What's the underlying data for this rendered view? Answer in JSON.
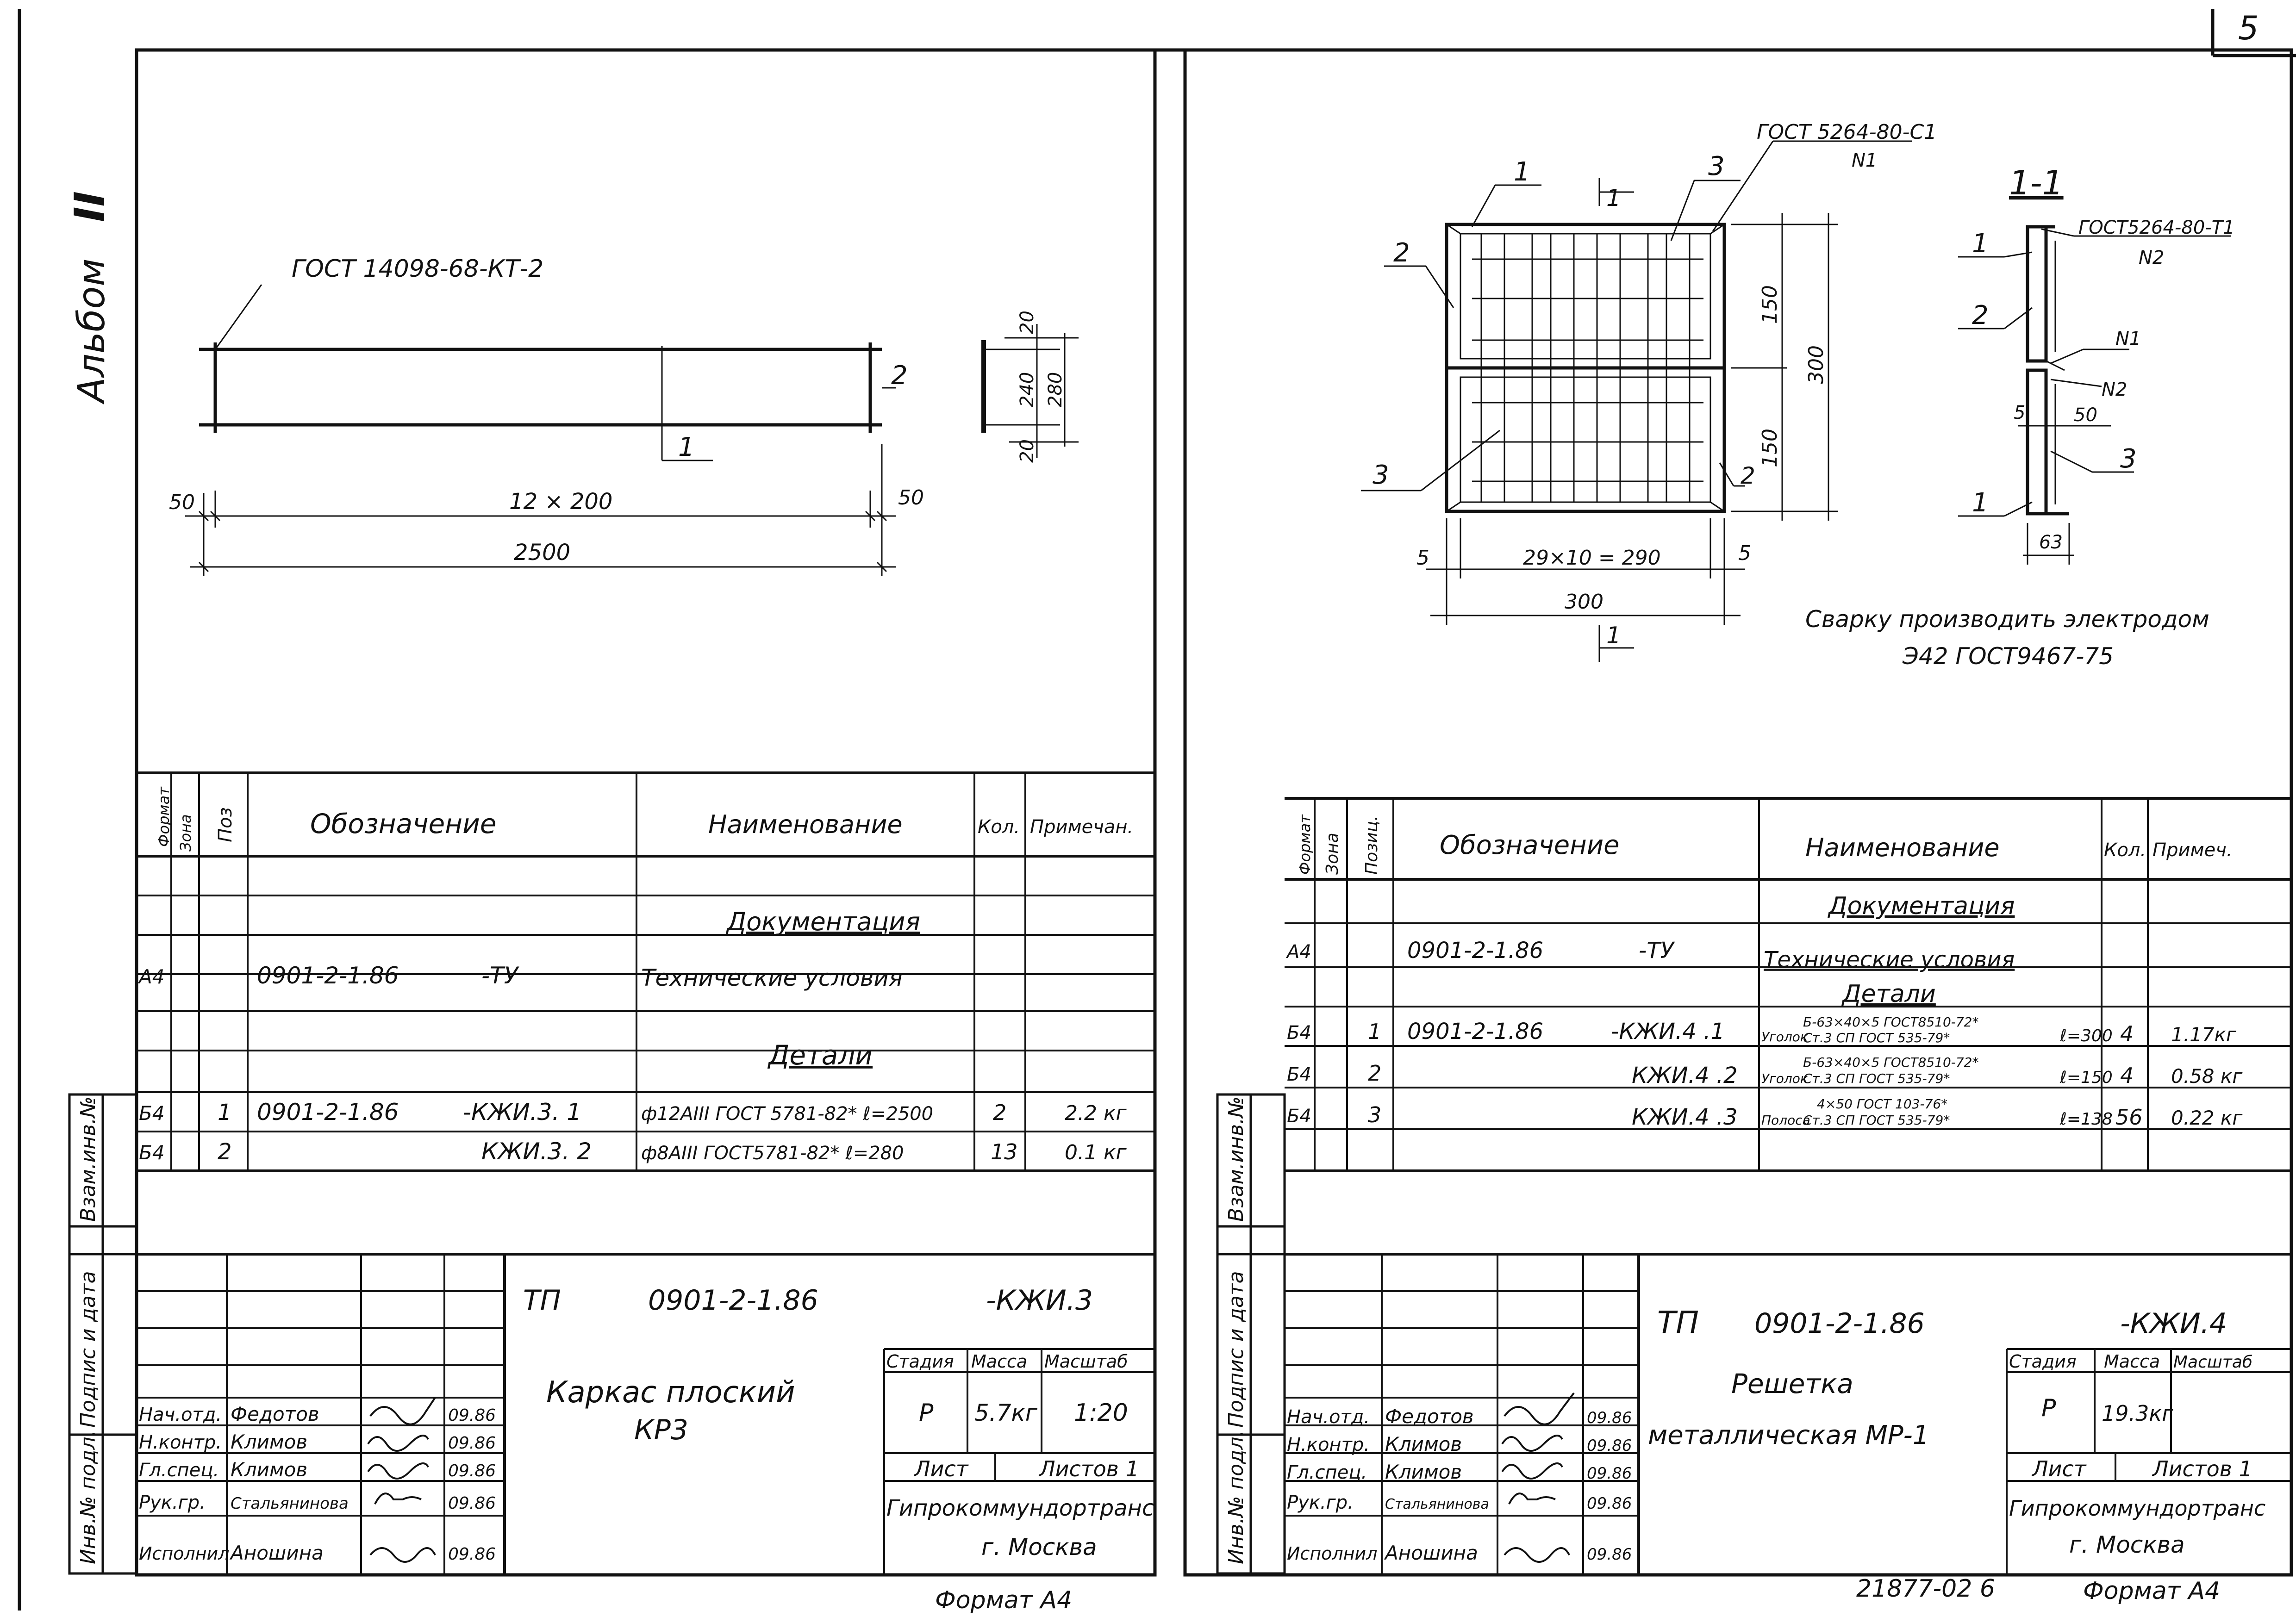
{
  "corner": {
    "page_num": "5"
  },
  "margin": {
    "album": "Альбом",
    "album_num": "II",
    "vzam": "Взам.инв.№",
    "podpis": "Подпис и дата",
    "inv": "Инв.№ подл."
  },
  "left": {
    "drawing": {
      "gost_label": "ГОСТ 14098-68-КТ-2",
      "pos2": "2",
      "pos1": "1",
      "dim_50_left": "50",
      "dim_50_right": "50",
      "dim_12x200": "12 × 200",
      "dim_2500": "2500",
      "dim_20_top": "20",
      "dim_240": "240",
      "dim_280": "280",
      "dim_20_bot": "20"
    },
    "spec": {
      "headers": {
        "format": "Формат",
        "zona": "Зона",
        "poz": "Поз",
        "oboz": "Обозначение",
        "naim": "Наименование",
        "kol": "Кол.",
        "prim": "Примечан."
      },
      "section_doc": "Документация",
      "section_det": "Детали",
      "rows": [
        {
          "format": "А4",
          "poz": "",
          "oboz": "0901-2-1.86",
          "oboz_suffix": "-ТУ",
          "naim": "Технические условия",
          "kol": "",
          "prim": ""
        },
        {
          "format": "Б4",
          "poz": "1",
          "oboz": "0901-2-1.86",
          "oboz_suffix": "-КЖИ.3. 1",
          "naim": "ф12АIII  ГОСТ 5781-82* ℓ=2500",
          "kol": "2",
          "prim": "2.2 кг"
        },
        {
          "format": "Б4",
          "poz": "2",
          "oboz": "",
          "oboz_suffix": "КЖИ.3. 2",
          "naim": "ф8АIII  ГОСТ5781-82* ℓ=280",
          "kol": "13",
          "prim": "0.1 кг"
        }
      ]
    },
    "title": {
      "tp": "ТП",
      "code": "0901-2-1.86",
      "suffix": "-КЖИ.3",
      "name_line1": "Каркас плоский",
      "name_line2": "КР3",
      "stadia_h": "Стадия",
      "massa_h": "Масса",
      "masshtab_h": "Масштаб",
      "stadia": "Р",
      "massa": "5.7кг",
      "masshtab": "1:20",
      "list": "Лист",
      "listov": "Листов 1",
      "org1": "Гипрокоммундортранс",
      "org2": "г. Москва",
      "people": [
        {
          "role": "Нач.отд.",
          "name": "Федотов",
          "date": "09.86"
        },
        {
          "role": "Н.контр.",
          "name": "Климов",
          "date": "09.86"
        },
        {
          "role": "Гл.спец.",
          "name": "Климов",
          "date": "09.86"
        },
        {
          "role": "Рук.гр.",
          "name": "Стальянинова",
          "date": "09.86"
        },
        {
          "role": "Исполнил",
          "name": "Аношина",
          "date": "09.86"
        }
      ]
    },
    "format_label": "Формат А4"
  },
  "right": {
    "drawing": {
      "gost_top": "ГОСТ 5264-80-С1",
      "n1_top": "N1",
      "pos1": "1",
      "pos2": "2",
      "pos3_top": "3",
      "pos3_bot": "3",
      "pos2_right": "2",
      "cut": "1",
      "dim_150_top": "150",
      "dim_150_bot": "150",
      "dim_300_v": "300",
      "dim_5_left": "5",
      "dim_5_right": "5",
      "dim_29x10": "29×10 = 290",
      "dim_300_h": "300",
      "section_title": "1-1",
      "sec_gost": "ГОСТ5264-80-Т1",
      "sec_n2": "N2",
      "sec_n1": "N1",
      "sec_n2b": "N2",
      "sec_pos1a": "1",
      "sec_pos2": "2",
      "sec_pos3": "3",
      "sec_pos1b": "1",
      "sec_5": "5",
      "sec_50": "50",
      "sec_63": "63",
      "note1": "Сварку производить электродом",
      "note2": "Э42 ГОСТ9467-75"
    },
    "spec": {
      "headers": {
        "format": "Формат",
        "zona": "Зона",
        "poz": "Позиц.",
        "oboz": "Обозначение",
        "naim": "Наименование",
        "kol": "Кол.",
        "prim": "Примеч."
      },
      "section_doc": "Документация",
      "section_det": "Детали",
      "rows": [
        {
          "format": "А4",
          "poz": "",
          "oboz": "0901-2-1.86",
          "oboz_suffix": "-ТУ",
          "naim_type": "",
          "naim_top": "",
          "naim_bot": "Технические условия",
          "naim_len": "",
          "kol": "",
          "prim": ""
        },
        {
          "format": "Б4",
          "poz": "1",
          "oboz": "0901-2-1.86",
          "oboz_suffix": "-КЖИ.4 .1",
          "naim_type": "Уголок",
          "naim_top": "Б-63×40×5 ГОСТ8510-72*",
          "naim_bot": "Ст.3 СП ГОСТ 535-79*",
          "naim_len": "ℓ=300",
          "kol": "4",
          "prim": "1.17кг"
        },
        {
          "format": "Б4",
          "poz": "2",
          "oboz": "",
          "oboz_suffix": "КЖИ.4 .2",
          "naim_type": "Уголок",
          "naim_top": "Б-63×40×5 ГОСТ8510-72*",
          "naim_bot": "Ст.3 СП ГОСТ 535-79*",
          "naim_len": "ℓ=150",
          "kol": "4",
          "prim": "0.58 кг"
        },
        {
          "format": "Б4",
          "poz": "3",
          "oboz": "",
          "oboz_suffix": "КЖИ.4 .3",
          "naim_type": "Полоса",
          "naim_top": "4×50 ГОСТ 103-76*",
          "naim_bot": "Ст.3 СП ГОСТ 535-79*",
          "naim_len": "ℓ=138",
          "kol": "56",
          "prim": "0.22 кг"
        }
      ]
    },
    "title": {
      "tp": "ТП",
      "code": "0901-2-1.86",
      "suffix": "-КЖИ.4",
      "name_line1": "Решетка",
      "name_line2": "металлическая МР-1",
      "stadia_h": "Стадия",
      "massa_h": "Масса",
      "masshtab_h": "Масштаб",
      "stadia": "Р",
      "massa": "19.3кг",
      "masshtab": "",
      "list": "Лист",
      "listov": "Листов 1",
      "org1": "Гипрокоммундортранс",
      "org2": "г. Москва",
      "people": [
        {
          "role": "Нач.отд.",
          "name": "Федотов",
          "date": "09.86"
        },
        {
          "role": "Н.контр.",
          "name": "Климов",
          "date": "09.86"
        },
        {
          "role": "Гл.спец.",
          "name": "Климов",
          "date": "09.86"
        },
        {
          "role": "Рук.гр.",
          "name": "Стальянинова",
          "date": "09.86"
        },
        {
          "role": "Исполнил",
          "name": "Аношина",
          "date": "09.86"
        }
      ]
    },
    "doc_number": "21877-02 6",
    "format_label": "Формат А4"
  }
}
